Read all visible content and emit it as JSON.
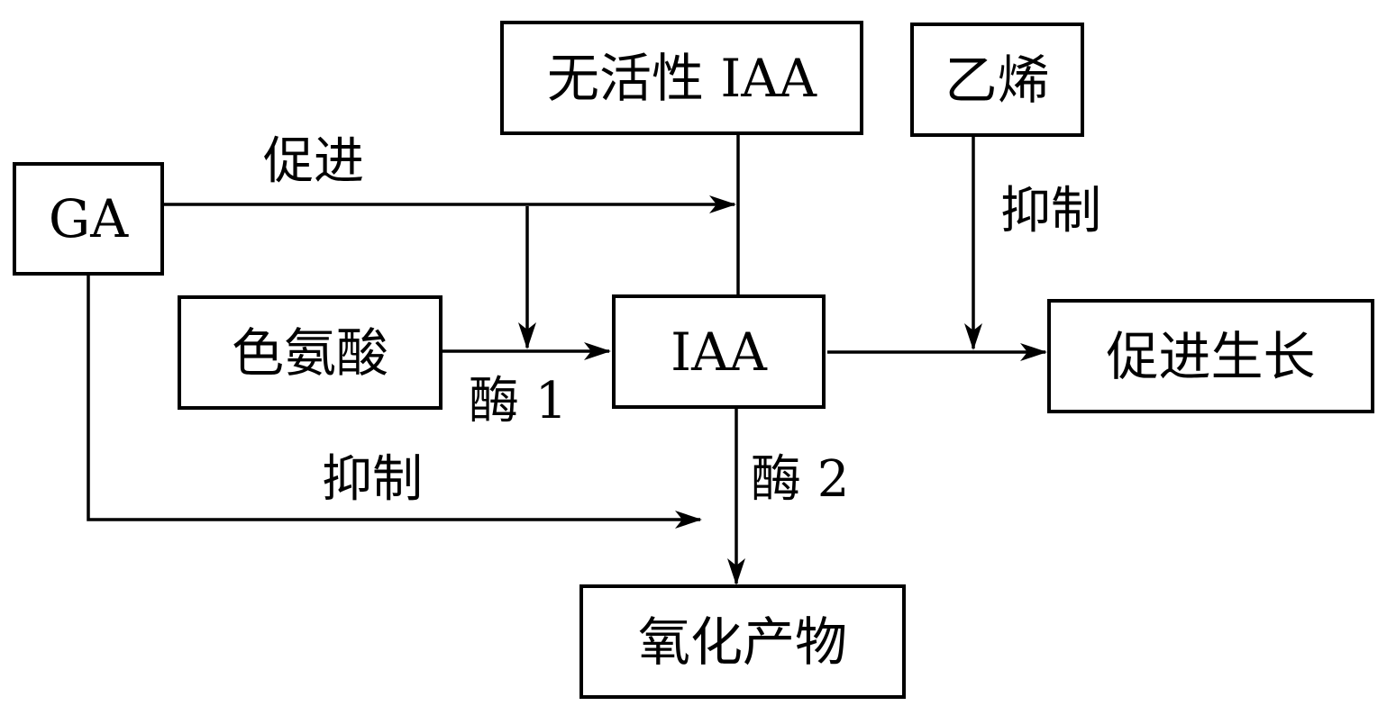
{
  "nodes": {
    "ga": "GA",
    "inactive_iaa": "无活性 IAA",
    "ethylene": "乙烯",
    "tryptophan": "色氨酸",
    "iaa": "IAA",
    "promote_growth": "促进生长",
    "oxidation_product": "氧化产物"
  },
  "edge_labels": {
    "ga_promote": "促进",
    "ethylene_inhibit": "抑制",
    "enzyme1": "酶 1",
    "enzyme2": "酶 2",
    "ga_inhibit": "抑制"
  },
  "edges": [
    {
      "from": "ga",
      "to": "inactive_iaa->iaa line",
      "label": "促进",
      "effect": "promote"
    },
    {
      "from": "ga",
      "to": "tryptophan->iaa arrow",
      "label": "",
      "effect": "promote"
    },
    {
      "from": "tryptophan",
      "to": "iaa",
      "label": "酶 1"
    },
    {
      "from": "inactive_iaa",
      "to": "iaa",
      "label": ""
    },
    {
      "from": "iaa",
      "to": "promote_growth",
      "label": ""
    },
    {
      "from": "ethylene",
      "to": "iaa->promote_growth arrow",
      "label": "抑制",
      "effect": "inhibit"
    },
    {
      "from": "iaa",
      "to": "oxidation_product",
      "label": "酶 2"
    },
    {
      "from": "ga",
      "to": "iaa->oxidation_product arrow",
      "label": "抑制",
      "effect": "inhibit"
    }
  ]
}
